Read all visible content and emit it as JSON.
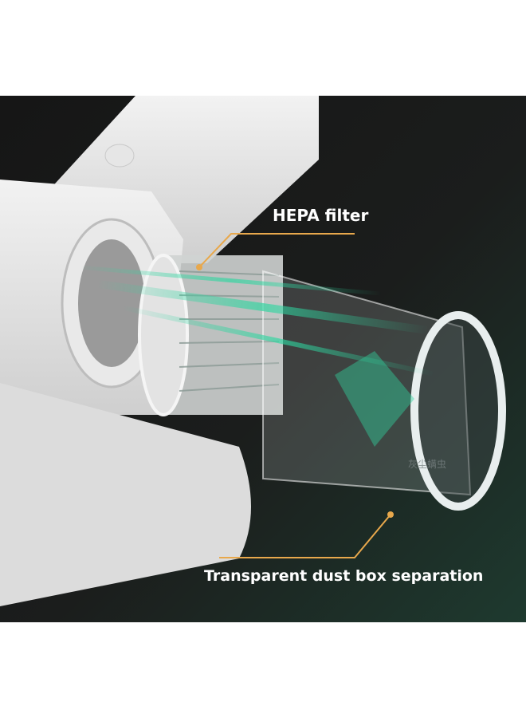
{
  "callouts": {
    "hepa": {
      "label": "HEPA filter"
    },
    "dust_box": {
      "label": "Transparent dust box separation"
    }
  },
  "product_print": "灰尘螨虫",
  "colors": {
    "background_dark": "#1a1a1a",
    "background_green": "#1e3a2f",
    "callout_line": "#e8a84c",
    "label_text": "#ffffff",
    "airflow": "#2fd6a0"
  }
}
